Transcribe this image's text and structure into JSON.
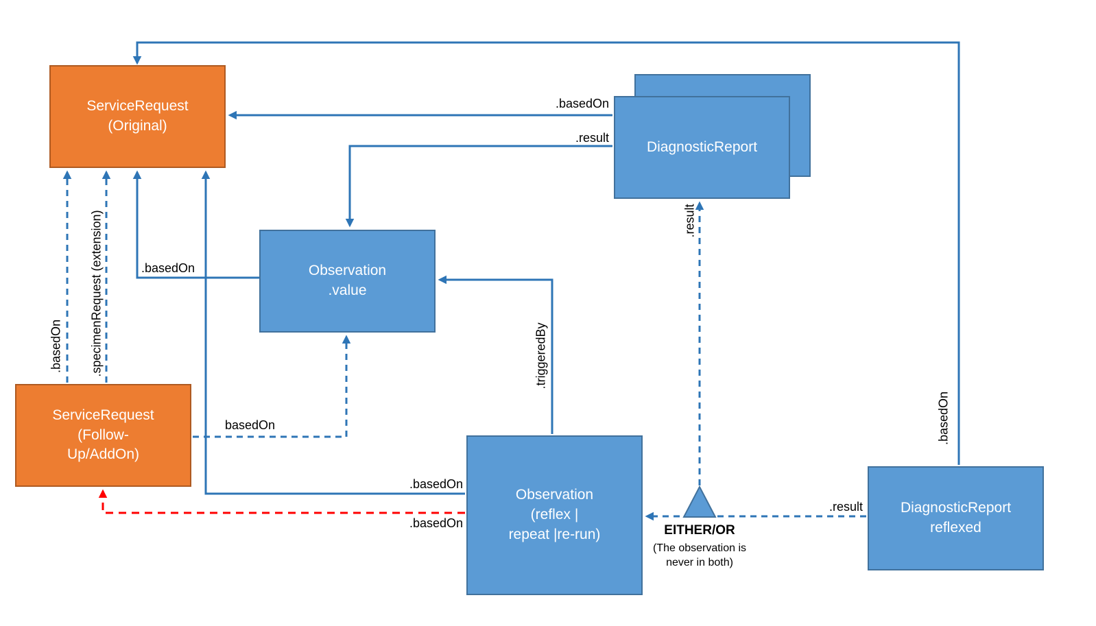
{
  "diagram": {
    "colors": {
      "orange_fill": "#ED7D31",
      "orange_border": "#AE5A21",
      "blue_fill": "#5B9BD5",
      "blue_border": "#41719C",
      "arrow_blue": "#2E75B6",
      "arrow_red": "#FF0000",
      "node_text": "#FFFFFF",
      "label_text": "#000000"
    },
    "nodes": {
      "sr_original": {
        "label": "ServiceRequest\n(Original)"
      },
      "dr_front": {
        "label": "DiagnosticReport"
      },
      "observation_value": {
        "label": "Observation\n.value"
      },
      "sr_followup": {
        "label": "ServiceRequest\n(Follow-\nUp/AddOn)"
      },
      "observation_reflex": {
        "label": "Observation\n(reflex |\nrepeat |re-run)"
      },
      "dr_reflexed": {
        "label": "DiagnosticReport\nreflexed"
      }
    },
    "edge_labels": {
      "dr_to_sr_basedon": ".basedOn",
      "dr_to_obs_result": ".result",
      "obs_to_sr_basedon": ".basedOn",
      "followup_basedon_vertical": ".basedOn",
      "followup_specimen_vertical": ".specimenRequest (extension)",
      "followup_to_obsvalue_basedon": "basedOn",
      "reflex_to_sr_basedon": ".basedOn",
      "reflex_to_followup_basedon": ".basedOn",
      "triggeredby_vertical": ".triggeredBy",
      "dr_result_vertical": ".result",
      "reflexed_to_reflex_result": ".result",
      "reflexed_basedon_vertical": ".basedOn"
    },
    "annotations": {
      "either_or": "EITHER/OR",
      "either_or_note": "(The observation is\nnever in both)"
    }
  }
}
